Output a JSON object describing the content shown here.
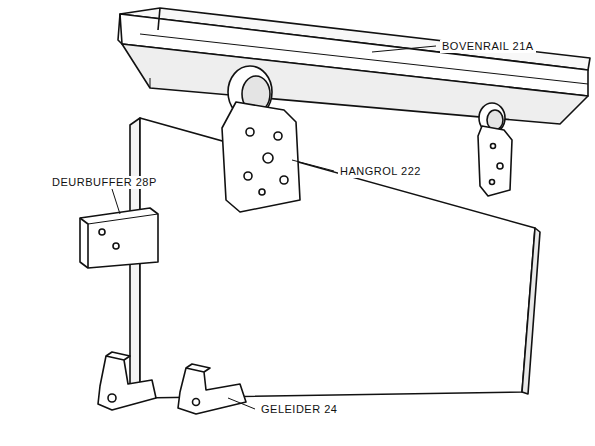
{
  "diagram": {
    "labels": [
      "BOVENRAIL 21A",
      "HANGROL 222",
      "DEURBUFFER 28P",
      "GELEIDER 24"
    ]
  }
}
